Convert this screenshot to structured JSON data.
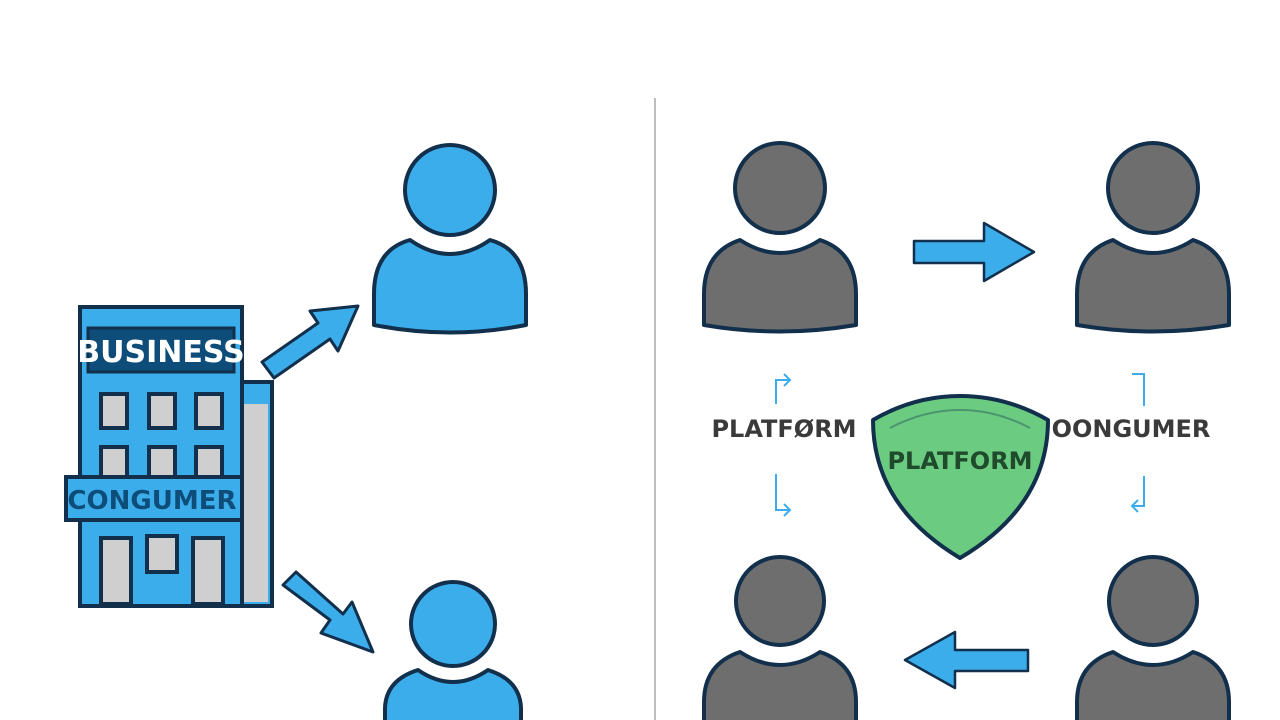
{
  "colors": {
    "blue": "#3BADEB",
    "blue_dark": "#0E4D7A",
    "outline": "#122F4C",
    "gray": "#6E6E6E",
    "green": "#6BCB80",
    "divider": "#BDBDBD",
    "building_gray": "#CFCFCF"
  },
  "left_panel": {
    "building": {
      "sign_label": "BUSINESS",
      "band_label": "CONGUMER"
    }
  },
  "right_panel": {
    "label_left": "PLATFØRM",
    "label_right": "OONGUMER",
    "shield_label": "PLATFORM"
  }
}
